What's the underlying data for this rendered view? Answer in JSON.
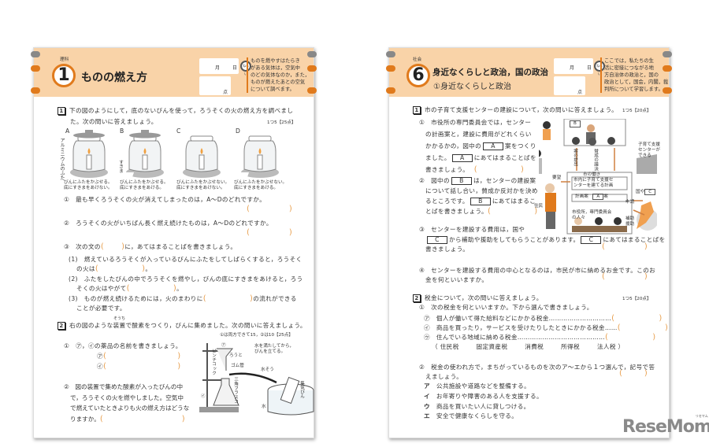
{
  "left_page": {
    "header": {
      "subject": "理科",
      "number": "1",
      "title": "ものの燃え方",
      "month": "月",
      "day": "日",
      "score": "点",
      "aim_badge": "ねらい",
      "aim_text": [
        "ものを燃やすはたらき",
        "がある気体は，空気中",
        "のどの気体なのか，また，",
        "ものが燃えたあとの空気",
        "について調べます。"
      ]
    },
    "q1": {
      "number": "1",
      "text": [
        "下の図のようにして，底のないびんを使って，ろうそくの火の燃え方を調べまし",
        "た。次の問いに答えましょう。"
      ],
      "points": "1つ5【25点】",
      "figures": [
        {
          "label": "A",
          "caption": [
            "びんにふたをかぶせる。",
            "底にすきまをあけない。"
          ]
        },
        {
          "label": "B",
          "caption": [
            "びんにふたをかぶせる。",
            "底にすきまをあける。"
          ]
        },
        {
          "label": "C",
          "caption": [
            "びんにふたをかぶせない。",
            "底にすきまをあけない。"
          ]
        },
        {
          "label": "D",
          "caption": [
            "びんにふたをかぶせない。",
            "底にすきまをあける。"
          ]
        }
      ],
      "lid_label": "アルミニウムのふた",
      "gap_label": "すきま",
      "sub1": "①　最も早くろうそくの火が消えてしまったのは，A～Dのどれですか。",
      "sub2": "②　ろうそくの火がいちばん長く燃え続けたものは，A～Dのどれですか。",
      "sub3_a": "③　次の文の",
      "sub3_b": "に，あてはまることばを書きましょう。",
      "p1": [
        "(1)　燃えているろうそくが入っているびんにふたをしてしばらくすると，ろうそく",
        "の火は"
      ],
      "p2": [
        "(2)　ふたをしたびんの中でろうそくを燃やし，びんの底にすきまをあけると，ろう",
        "そくの火はやがて"
      ],
      "p3": [
        "(3)　ものが燃え続けるためには，火のまわりに",
        "の流れができる",
        "ことが必要です。"
      ],
      "period": "。"
    },
    "q2": {
      "number": "2",
      "text": "右の図のような装置で酸素をつくり，びんに集めました。次の問いに答えましょう。",
      "ruby": "そうち",
      "points": "①は両方できて15，②は10【25点】",
      "sub1": "①　㋐，㋑の薬品の名前を書きましょう。",
      "a": "㋐",
      "i": "㋑",
      "sub2": [
        "②　図の装置で集めた酸素が入ったびんの中",
        "で，ろうそくの火を燃やしました。空気中",
        "で燃えていたときよりも火の燃え方はどうな",
        "りますか。"
      ],
      "labels": {
        "a": "㋐",
        "i": "㋑",
        "funnel": "ろうと",
        "pinch": "ピンチコック",
        "tube": "ゴム管",
        "flask": "三角フラスコ",
        "note": [
          "水を満たしてから，",
          "びんを立てる。"
        ],
        "tank": "水そう",
        "water": "水",
        "bottle": "集気びん"
      }
    }
  },
  "right_page": {
    "header": {
      "subject": "社会",
      "number": "6",
      "title": "身近なくらしと政治，国の政治",
      "subtitle": "①身近なくらしと政治",
      "month": "月",
      "day": "日",
      "score": "点",
      "aim_badge": "ねらい",
      "aim_text": [
        "ここでは，私たちの生",
        "活に密接につながる地",
        "方自治体の政治と，国の",
        "政治として，国会，内閣，裁",
        "判所について学習します。"
      ]
    },
    "q1": {
      "number": "1",
      "text": "市の子育て支援センターの建設について，次の問いに答えましょう。",
      "points": "1つ5【20点】",
      "sub1": [
        "①　市役所の専門委員会では，センター",
        "の計画案と，建設に費用がどれくらい",
        "かかるかの，図中の",
        "案をつくり",
        "ました。",
        "にあてはまることばを",
        "書きましょう。"
      ],
      "sub2": [
        "②　図中の",
        "は，センターの建設案",
        "について話し合い，賛成か反対かを決め",
        "るところです。",
        "にあてはまるこ",
        "とばを書きましょう。"
      ],
      "sub3": [
        "③　センターを建設する費用は，国や",
        "から補助や援助をしてもらうことがあります。",
        "にあてはまることばを",
        "書きましょう。"
      ],
      "sub4": [
        "④　センターを建設する費用の中心となるのは，市民が市に納めるお金です。このお",
        "金を何といいますか。"
      ],
      "box_a": "A",
      "box_b": "B",
      "box_c": "C",
      "diagram": {
        "b": "B",
        "proposal": "案の提出",
        "vote": "賛成の議決",
        "city_work": "市の働き",
        "plan": [
          "市内に子育て支援セ",
          "ンターを建てる計画"
        ],
        "plan_row": [
          "計画案",
          "A",
          "案"
        ],
        "staff": [
          "市役所，専門委員会",
          "の人々"
        ],
        "request": "要望",
        "residents": "住民",
        "center": [
          "子育て支援",
          "センターが",
          "できる"
        ],
        "country": [
          "国や",
          "C"
        ],
        "apply": "申請",
        "aid": [
          "補助",
          "援助"
        ]
      }
    },
    "q2": {
      "number": "2",
      "text": "税金について，次の問いに答えましょう。",
      "points": "1つ5【20点】",
      "sub1": "①　次の税金を何といいますか。下から選んで書きましょう。",
      "items": [
        "㋐　個人が働いて得た給料などにかかる税金…………………………",
        "㋑　商品を買ったり，サービスを受けたりしたときにかかる税金……",
        "㋒　住んでいる地域に納める税金……………………………………"
      ],
      "choices": [
        "（ 住民税",
        "固定資産税",
        "消費税",
        "所得税",
        "法人税 ）"
      ],
      "sub2": [
        "②　税金の使われ方で，まちがっているものを次のア～エから１つ選んで，記号で答",
        "えましょう。"
      ],
      "options": [
        {
          "k": "ア",
          "t": "公共施設や道路などを整備する。"
        },
        {
          "k": "イ",
          "t": "お年寄りや障害のある人を支援する。"
        },
        {
          "k": "ウ",
          "t": "商品を買いたい人に貸しつける。"
        },
        {
          "k": "エ",
          "t": "安全で健康なくらしを守る。"
        }
      ]
    }
  },
  "watermark": {
    "text": "ReseMom",
    "ruby": "リセマム"
  },
  "colors": {
    "header": "#f9d3a8",
    "accent": "#e07a1c",
    "bracket": "#e8a050"
  }
}
